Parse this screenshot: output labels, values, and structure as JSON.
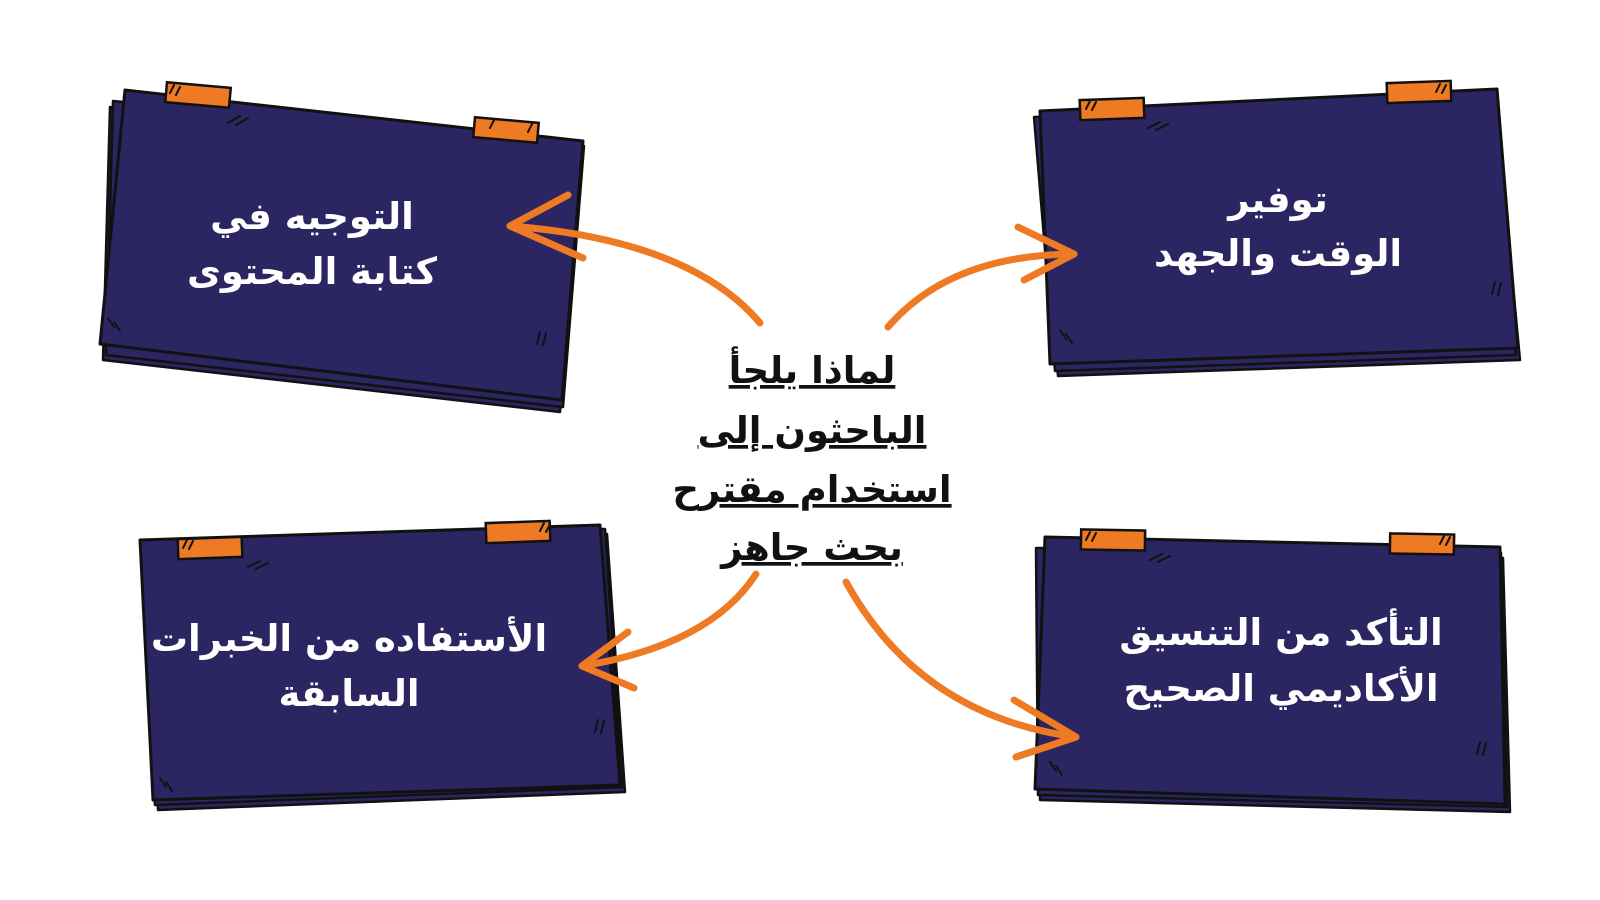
{
  "colors": {
    "note": "#2b2562",
    "tape": "#ee7a24",
    "arrow": "#ee7a24",
    "outline": "#111111",
    "background": "#ffffff"
  },
  "center": {
    "lines": [
      "لماذا يلجأ",
      "الباحثون إلى",
      "استخدام مقترح",
      "بحث جاهز"
    ]
  },
  "notes": {
    "top_left": {
      "lines": [
        "التوجيه في",
        "كتابة المحتوى"
      ]
    },
    "top_right": {
      "lines": [
        "توفير",
        "الوقت والجهد"
      ]
    },
    "bottom_left": {
      "lines": [
        "الأستفاده من الخبرات",
        "السابقة"
      ]
    },
    "bottom_right": {
      "lines": [
        "التأكد من التنسيق",
        "الأكاديمي الصحيح"
      ]
    }
  }
}
